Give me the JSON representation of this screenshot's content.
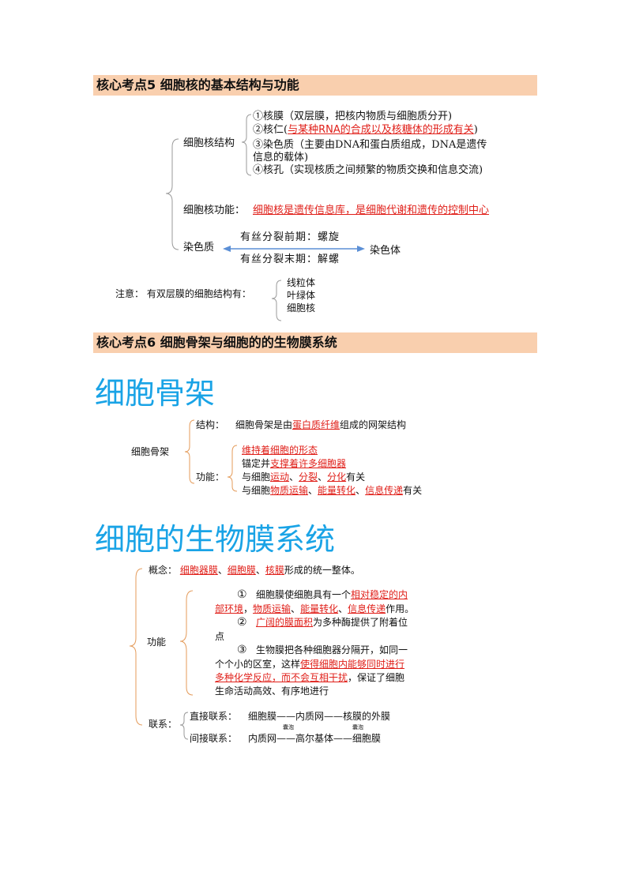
{
  "sec5": {
    "heading": "核心考点5  细胞核的基本结构与功能",
    "structure_label": "细胞核结构",
    "structure_items": {
      "i1": "①核膜（双层膜，把核内物质与细胞质分开)",
      "i2_prefix": "②核仁(",
      "i2_red": "与某种RNA的合成以及核糖体的形成有关",
      "i2_suffix": ")",
      "i3a": "③染色质（主要由DNA和蛋白质组成，DNA是遗传",
      "i3b": "信息的载体)",
      "i4": "④核孔（实现核质之间频繁的物质交换和信息交流)"
    },
    "function_label": "细胞核功能：",
    "function_red": "细胞核是遗传信息库，是细胞代谢和遗传的控制中心",
    "chromatin_label": "染色质",
    "chromosome_label": "染色体",
    "arrow_top": "有丝分裂前期：螺旋",
    "arrow_bottom": "有丝分裂末期：解螺",
    "note_label": "注意： 有双层膜的细胞结构有：",
    "note_items": [
      "线粒体",
      "叶绿体",
      "细胞核"
    ]
  },
  "sec6": {
    "heading": "核心考点6  细胞骨架与细胞的的生物膜系统",
    "title_cytoskeleton": "细胞骨架",
    "cs_label": "细胞骨架",
    "cs_struct_label": "结构：",
    "cs_struct_pre": "细胞骨架是由",
    "cs_struct_red": "蛋白质纤维",
    "cs_struct_post": "组成的网架结构",
    "cs_func_label": "功能：",
    "cs_f1_red": "维持着细胞的形态",
    "cs_f2_pre": "锚定并",
    "cs_f2_red": "支撑着许多细胞器",
    "cs_f3_pre": "与细胞",
    "cs_f3_r1": "运动",
    "cs_f3_s1": "、",
    "cs_f3_r2": "分裂",
    "cs_f3_s2": "、",
    "cs_f3_r3": "分化",
    "cs_f3_post": "有关",
    "cs_f4_pre": "与细胞",
    "cs_f4_r1": "物质运输",
    "cs_f4_s1": "、",
    "cs_f4_r2": "能量转化",
    "cs_f4_s2": "、",
    "cs_f4_r3": "信息传递",
    "cs_f4_post": "有关",
    "title_membrane": "细胞的生物膜系统",
    "mem_concept_label": "概念：",
    "mem_c_r1": "细胞器膜",
    "mem_c_s1": "、",
    "mem_c_r2": "细胞膜",
    "mem_c_s2": "、",
    "mem_c_r3": "核膜",
    "mem_c_post": "形成的统一整体。",
    "mem_func_label": "功能",
    "f1_num": "①",
    "f1_pre": "细胞膜使细胞具有一个",
    "f1_red1": "相对稳定的内",
    "f1_red2": "部环境",
    "f1_s1": "，",
    "f1_r2": "物质运输",
    "f1_s2": "、",
    "f1_r3": "能量转化",
    "f1_s3": "、",
    "f1_r4": "信息传递",
    "f1_post": "作用。",
    "f2_num": "②",
    "f2_red": "广阔的膜面积",
    "f2_post": "为多种酶提供了附着位",
    "f2_tail": "点",
    "f3_num": "③",
    "f3_l1": "生物膜把各种细胞器分隔开，如同一",
    "f3_l2_pre": "个个小的区室，这样",
    "f3_l2_red": "使得细胞内能够同时进行",
    "f3_l3_red": "多种化学反应，而不会互相干扰",
    "f3_l3_post": "，保证了细胞",
    "f3_l4": "生命活动高效、有序地进行",
    "mem_link_label": "联系：",
    "direct_label": "直接联系：",
    "direct_chain": "细胞膜——内质网——核膜的外膜",
    "indirect_label": "间接联系：",
    "indirect_chain": "内质网——高尔基体——细胞膜",
    "vesicle": "囊泡"
  }
}
